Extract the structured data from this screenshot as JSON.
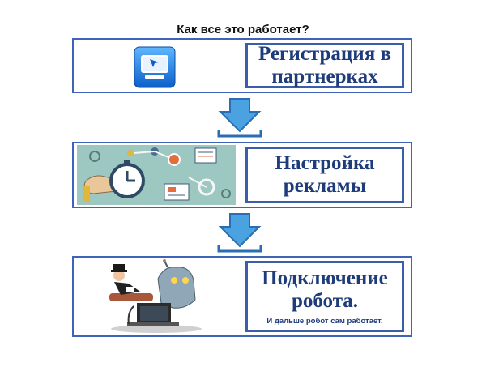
{
  "header": {
    "title": "Как все это работает?"
  },
  "steps": [
    {
      "line1": "Регистрация в",
      "line2": "партнерках",
      "icon": "computer-icon"
    },
    {
      "line1": "Настройка",
      "line2": "рекламы",
      "icon": "stopwatch-icon"
    },
    {
      "line1": "Подключение",
      "line2": "робота.",
      "note": "И дальше робот сам работает.",
      "icon": "robot-icon"
    }
  ],
  "colors": {
    "frame": "#3f63b8",
    "text": "#1e3b7a",
    "arrow": "#4aa3e0"
  }
}
